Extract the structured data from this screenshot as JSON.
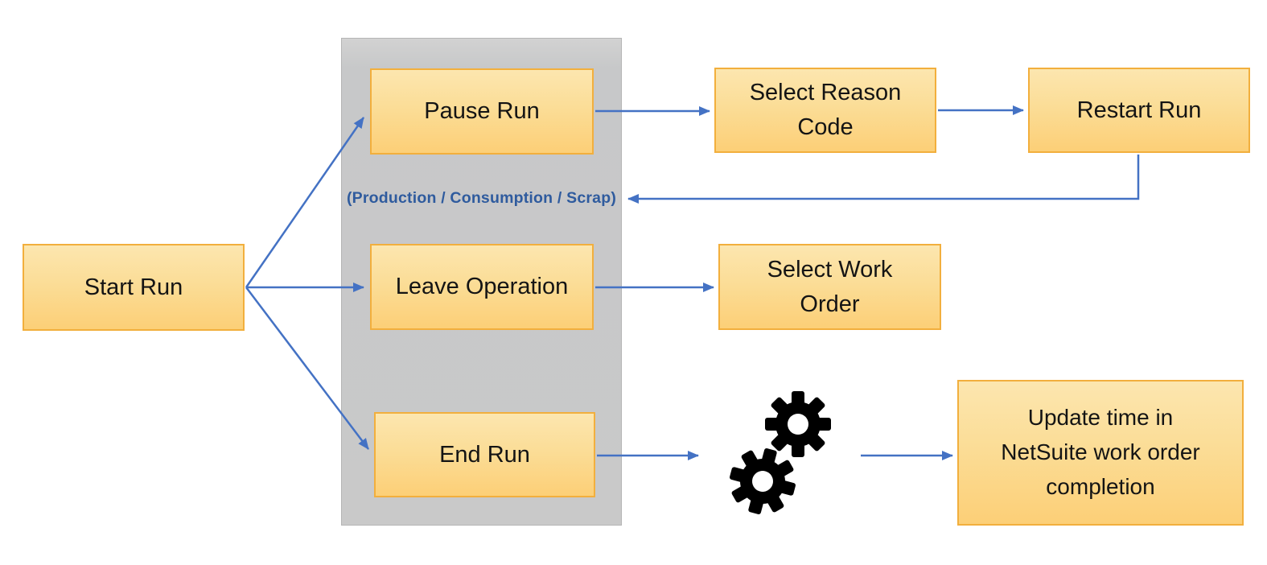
{
  "diagram": {
    "nodes": {
      "start_run": {
        "lines": [
          "Start Run"
        ]
      },
      "pause_run": {
        "lines": [
          "Pause Run"
        ]
      },
      "leave_operation": {
        "lines": [
          "Leave Operation"
        ]
      },
      "end_run": {
        "lines": [
          "End Run"
        ]
      },
      "select_reason_code": {
        "lines": [
          "Select Reason",
          "Code"
        ]
      },
      "restart_run": {
        "lines": [
          "Restart Run"
        ]
      },
      "select_work_order": {
        "lines": [
          "Select Work",
          "Order"
        ]
      },
      "update_time": {
        "lines": [
          "Update time in",
          "NetSuite work order",
          "completion"
        ]
      }
    },
    "annotation": {
      "label": "(Production / Consumption / Scrap)"
    },
    "icons": {
      "gears": "gears-icon"
    },
    "colors": {
      "box_fill_top": "#FCE6AF",
      "box_fill_bottom": "#FCCF77",
      "box_border": "#F2AF3D",
      "arrow": "#4472C4",
      "panel_fill": "#C9C9C9",
      "annotation_text": "#2F5B9E",
      "gear": "#000000"
    }
  }
}
